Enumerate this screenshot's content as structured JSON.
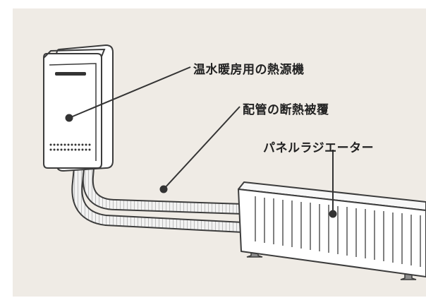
{
  "labels": {
    "heat_source": "温水暖房用の熱源機",
    "pipe_insulation": "配管の断熱被覆",
    "panel_radiator": "パネルラジエーター"
  },
  "colors": {
    "background_panel": "#efebe5",
    "outline": "#3c3c3c",
    "device_fill": "#ffffff",
    "pipe_fill": "#eeeeee",
    "text": "#222222"
  },
  "icons": [
    "water-heater-icon",
    "pipe-icon",
    "panel-radiator-icon"
  ]
}
